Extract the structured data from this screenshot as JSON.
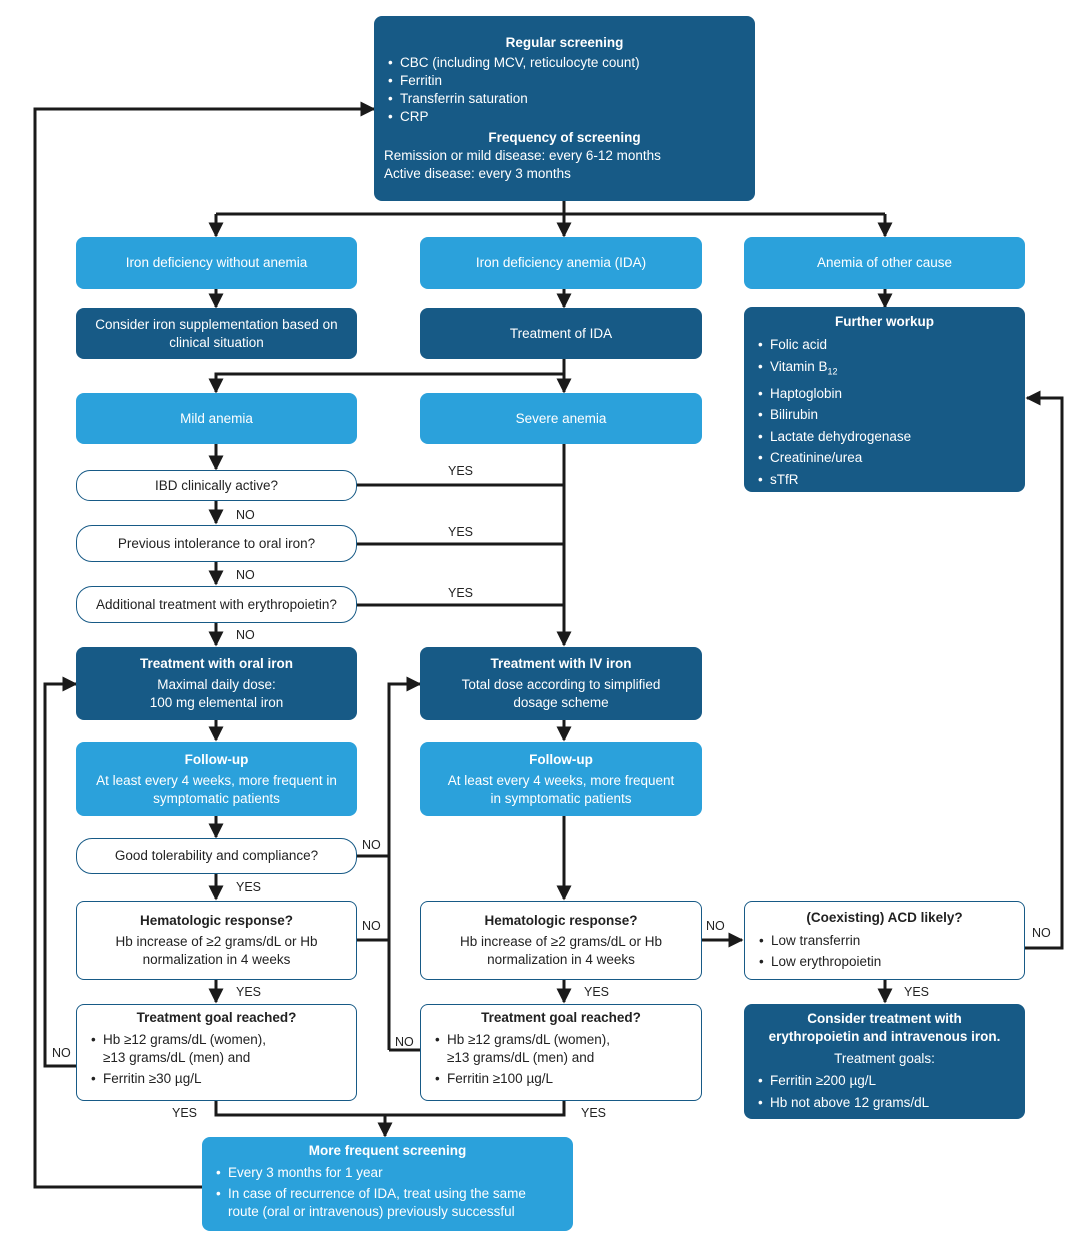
{
  "regular_screening": {
    "title": "Regular screening",
    "items": [
      "CBC (including MCV, reticulocyte count)",
      "Ferritin",
      "Transferrin saturation",
      "CRP"
    ],
    "freq_title": "Frequency of screening",
    "freq_lines": [
      "Remission or mild disease: every 6-12 months",
      "Active disease: every 3 months"
    ]
  },
  "iron_def_no_anemia": "Iron deficiency without anemia",
  "ida": "Iron deficiency anemia (IDA)",
  "other_anemia": "Anemia of other cause",
  "consider_supplement": "Consider iron supplementation based on clinical situation",
  "treatment_ida": "Treatment of IDA",
  "further_workup": {
    "title": "Further workup",
    "items": [
      "Folic acid",
      "Vitamin B",
      "Haptoglobin",
      "Bilirubin",
      "Lactate dehydrogenase",
      "Creatinine/urea",
      "sTfR"
    ],
    "b12_sub": "12"
  },
  "mild_anemia": "Mild anemia",
  "severe_anemia": "Severe anemia",
  "q_ibd": "IBD clinically active?",
  "q_intolerance": "Previous intolerance to oral iron?",
  "q_epo": "Additional treatment with erythropoietin?",
  "oral_iron": {
    "title": "Treatment with oral iron",
    "lines": [
      "Maximal daily dose:",
      "100 mg elemental iron"
    ]
  },
  "iv_iron": {
    "title": "Treatment with IV iron",
    "lines": [
      "Total dose according to simplified",
      "dosage scheme"
    ]
  },
  "followup_left": {
    "title": "Follow-up",
    "lines": [
      "At least every 4 weeks, more frequent in",
      "symptomatic patients"
    ]
  },
  "followup_right": {
    "title": "Follow-up",
    "lines": [
      "At least every 4 weeks, more frequent",
      "in symptomatic patients"
    ]
  },
  "q_tolerability": "Good tolerability and compliance?",
  "hema_left": {
    "title": "Hematologic response?",
    "lines": [
      "Hb increase of ≥2 grams/dL or Hb",
      "normalization in 4 weeks"
    ]
  },
  "hema_right": {
    "title": "Hematologic response?",
    "lines": [
      "Hb increase of ≥2 grams/dL or Hb",
      "normalization in 4 weeks"
    ]
  },
  "acd": {
    "title": "(Coexisting) ACD likely?",
    "items": [
      "Low transferrin",
      "Low erythropoietin"
    ]
  },
  "goal_left": {
    "title": "Treatment goal reached?",
    "items": [
      "Hb ≥12 grams/dL (women),\n≥13 grams/dL (men) and",
      "Ferritin ≥30 µg/L"
    ]
  },
  "goal_right": {
    "title": "Treatment goal reached?",
    "items": [
      "Hb ≥12 grams/dL (women),\n≥13 grams/dL (men) and",
      "Ferritin ≥100 µg/L"
    ]
  },
  "epo_treatment": {
    "title_lines": [
      "Consider treatment with",
      "erythropoietin and intravenous iron."
    ],
    "goals_title": "Treatment goals:",
    "items": [
      "Ferritin ≥200 µg/L",
      "Hb not above 12 grams/dL"
    ]
  },
  "more_frequent": {
    "title": "More frequent screening",
    "items": [
      "Every 3 months for 1 year",
      "In case of recurrence of IDA, treat using the same route (oral or intravenous) previously successful"
    ]
  },
  "labels": {
    "yes": "YES",
    "no": "NO"
  },
  "colors": {
    "dark": "#175a86",
    "light": "#2ba1db",
    "line": "#1a1a1a"
  }
}
